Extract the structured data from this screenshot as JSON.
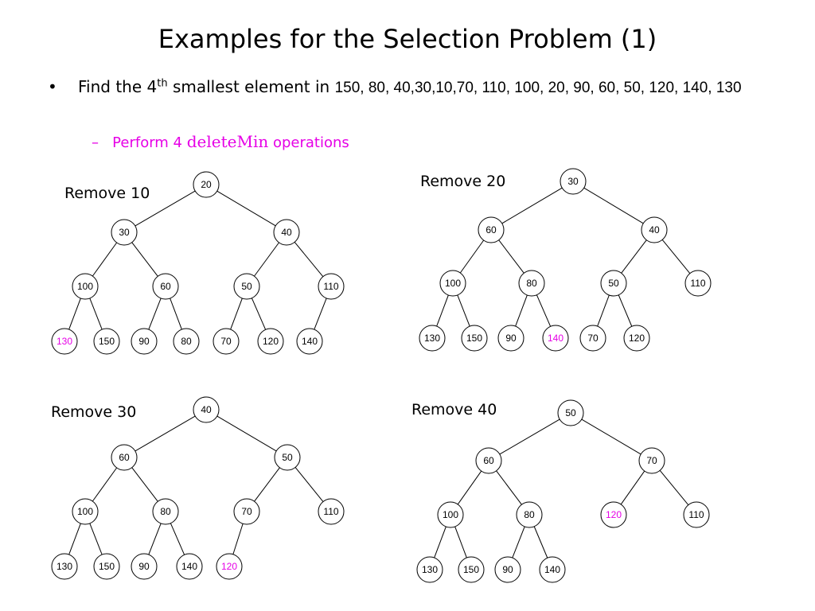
{
  "title": "Examples for the Selection Problem (1)",
  "bullet": {
    "marker": "•",
    "prefix": "Find the 4",
    "superscript": "th",
    "middle": " smallest element in ",
    "sequence": "150, 80, 40,30,10,70, 110, 100, 20, 90, 60, 50, 120, 140, 130"
  },
  "sub_bullet": {
    "marker": "–",
    "prefix": "Perform 4 ",
    "operation": "deleteMin",
    "suffix": " operations"
  },
  "colors": {
    "highlight": "#e600e6",
    "node_stroke": "#000000",
    "text": "#000000"
  },
  "trees": [
    {
      "label": "Remove 10",
      "nodes": [
        "20",
        "30",
        "40",
        "100",
        "60",
        "50",
        "110",
        "130",
        "150",
        "90",
        "80",
        "70",
        "120",
        "140"
      ],
      "highlighted": [
        "130"
      ]
    },
    {
      "label": "Remove 20",
      "nodes": [
        "30",
        "60",
        "40",
        "100",
        "80",
        "50",
        "110",
        "130",
        "150",
        "90",
        "140",
        "70",
        "120"
      ],
      "highlighted": [
        "140"
      ]
    },
    {
      "label": "Remove 30",
      "nodes": [
        "40",
        "60",
        "50",
        "100",
        "80",
        "70",
        "110",
        "130",
        "150",
        "90",
        "140",
        "120"
      ],
      "highlighted": [
        "120"
      ]
    },
    {
      "label": "Remove 40",
      "nodes": [
        "50",
        "60",
        "70",
        "100",
        "80",
        "120",
        "110",
        "130",
        "150",
        "90",
        "140"
      ],
      "highlighted": [
        "120"
      ]
    }
  ]
}
